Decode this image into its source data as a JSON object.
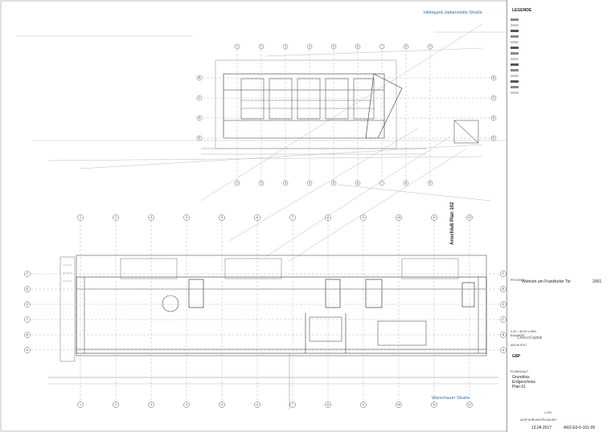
{
  "streets": {
    "north": "Hildegard-Jadamowitz-Straße",
    "south": "Warschauer Straße"
  },
  "anschluss": "Anschluß Plan 102",
  "upper_grid_top": [
    "1",
    "2",
    "3",
    "4",
    "5",
    "6",
    "7",
    "8",
    "9"
  ],
  "upper_grid_side": [
    "B",
    "C",
    "D",
    "E"
  ],
  "lower_grid": [
    "1",
    "2",
    "3",
    "4",
    "5",
    "6",
    "7",
    "8",
    "9",
    "10",
    "11",
    "12"
  ],
  "lower_grid_side": [
    "A",
    "B",
    "C",
    "D",
    "E",
    "F"
  ],
  "title_block": {
    "legend_title": "LEGENDE",
    "project_label": "PROJEKT",
    "project_name": "Wohnen am Frankfurter Tor",
    "project_number": "2001",
    "nhn": "0,00 = 38,00 ü.NHN",
    "client_label": "BAUHERR",
    "client_name": "CrescoCapital",
    "architect_label": "ARCHITEKT",
    "architect_logo": "G8P",
    "drawing_label": "PLANINHALT",
    "drawing_lines": [
      "Grundriss",
      "Erdgeschoss",
      "Plan 01"
    ],
    "phase": "AUSFÜHRUNGSPLANUNG",
    "scale": "1:100",
    "date": "13.04.2017",
    "plan_number": "AR2-E0-5-101-05"
  },
  "colors": {
    "line": "#222222",
    "street": "#3b6fa8",
    "grid": "#999999"
  }
}
